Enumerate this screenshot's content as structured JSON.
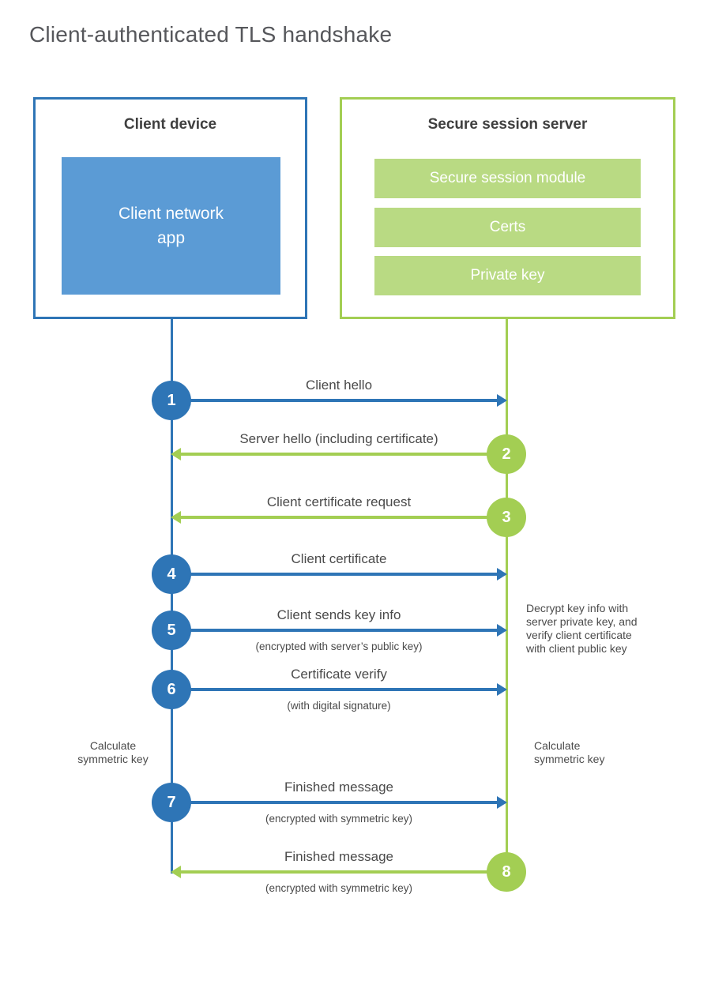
{
  "title": "Client-authenticated TLS handshake",
  "palette": {
    "blue_dark": "#2e75b6",
    "blue_fill": "#5b9bd5",
    "green_line": "#a3ce53",
    "green_fill": "#b9da83",
    "text_dark": "#3f3f3f",
    "text_gray": "#4a4a4a",
    "title_gray": "#56575b"
  },
  "client": {
    "title": "Client device",
    "app": "Client network\napp"
  },
  "server": {
    "title": "Secure session server",
    "modules": [
      "Secure session module",
      "Certs",
      "Private key"
    ]
  },
  "messages": [
    {
      "step": "1",
      "from": "client",
      "label": "Client hello"
    },
    {
      "step": "2",
      "from": "server",
      "label": "Server hello (including certificate)"
    },
    {
      "step": "3",
      "from": "server",
      "label": "Client certificate request"
    },
    {
      "step": "4",
      "from": "client",
      "label": "Client certificate"
    },
    {
      "step": "5",
      "from": "client",
      "label": "Client sends key info",
      "note": "(encrypted with server’s public key)"
    },
    {
      "step": "6",
      "from": "client",
      "label": "Certificate verify",
      "note": "(with digital signature)"
    },
    {
      "step": "7",
      "from": "client",
      "label": "Finished message",
      "note": "(encrypted with symmetric key)"
    },
    {
      "step": "8",
      "from": "server",
      "label": "Finished message",
      "note": "(encrypted with symmetric key)"
    }
  ],
  "annotations": {
    "server_note": "Decrypt key info with\nserver private key, and\nverify client certificate\nwith client public key",
    "calc_left": "Calculate\nsymmetric key",
    "calc_right": "Calculate\nsymmetric key"
  }
}
